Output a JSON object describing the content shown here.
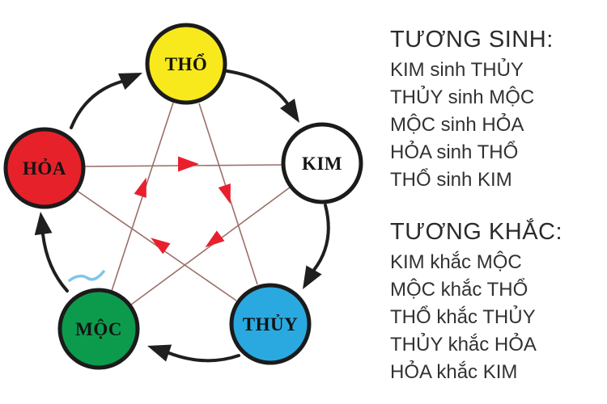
{
  "diagram": {
    "elements": [
      {
        "id": "tho",
        "label": "THỔ",
        "color": "#f7e91c"
      },
      {
        "id": "kim",
        "label": "KIM",
        "color": "#ffffff"
      },
      {
        "id": "thuy",
        "label": "THỦY",
        "color": "#2aa9e0"
      },
      {
        "id": "moc",
        "label": "MỘC",
        "color": "#0c9b4d"
      },
      {
        "id": "hoa",
        "label": "HỎA",
        "color": "#e6212a"
      }
    ],
    "colors": {
      "outline": "#1b1b1b",
      "sinh_arrow": "#1f1f1f",
      "khac_line": "#9b6f68",
      "khac_arrow": "#e8202e",
      "label_text": "#141414",
      "watermark_blue": "#56b3e4"
    }
  },
  "legend": {
    "sinh": {
      "title": "TƯƠNG SINH:",
      "items": [
        "KIM sinh THỦY",
        "THỦY sinh MỘC",
        "MỘC sinh HỎA",
        "HỎA sinh THỔ",
        "THỔ sinh KIM"
      ]
    },
    "khac": {
      "title": "TƯƠNG KHẮC:",
      "items": [
        "KIM khắc MỘC",
        "MỘC khắc THỔ",
        "THỔ khắc THỦY",
        "THỦY khắc HỎA",
        "HỎA khắc KIM"
      ]
    }
  }
}
